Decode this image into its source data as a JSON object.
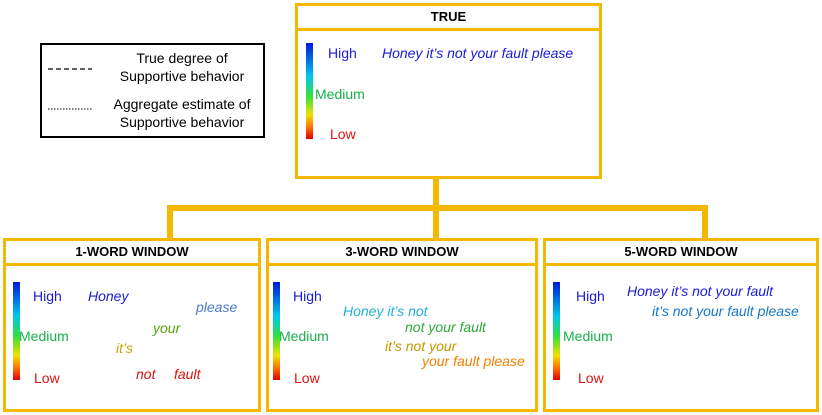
{
  "legend": {
    "true_line": "True degree of Supportive behavior",
    "true_line_a": "True degree of",
    "true_line_b": "Supportive behavior",
    "aggregate_line_a": "Aggregate estimate of",
    "aggregate_line_b": "Supportive behavior"
  },
  "levels": {
    "high": "High",
    "medium": "Medium",
    "low": "Low"
  },
  "colors": {
    "frame": "#f5b800",
    "high": "#1a1adc",
    "medium": "#16b04a",
    "low": "#e01010"
  },
  "panels": {
    "true": {
      "title": "TRUE",
      "phrase": "Honey it’s not your fault please"
    },
    "w1": {
      "title": "1-WORD WINDOW",
      "words": [
        "Honey",
        "it’s",
        "not",
        "your",
        "fault",
        "please"
      ]
    },
    "w3": {
      "title": "3-WORD WINDOW",
      "words": [
        "Honey it’s not",
        "not your fault",
        "it’s not your",
        "your fault please"
      ]
    },
    "w5": {
      "title": "5-WORD WINDOW",
      "words": [
        "Honey it’s not your fault",
        "it’s not your fault please"
      ]
    }
  }
}
